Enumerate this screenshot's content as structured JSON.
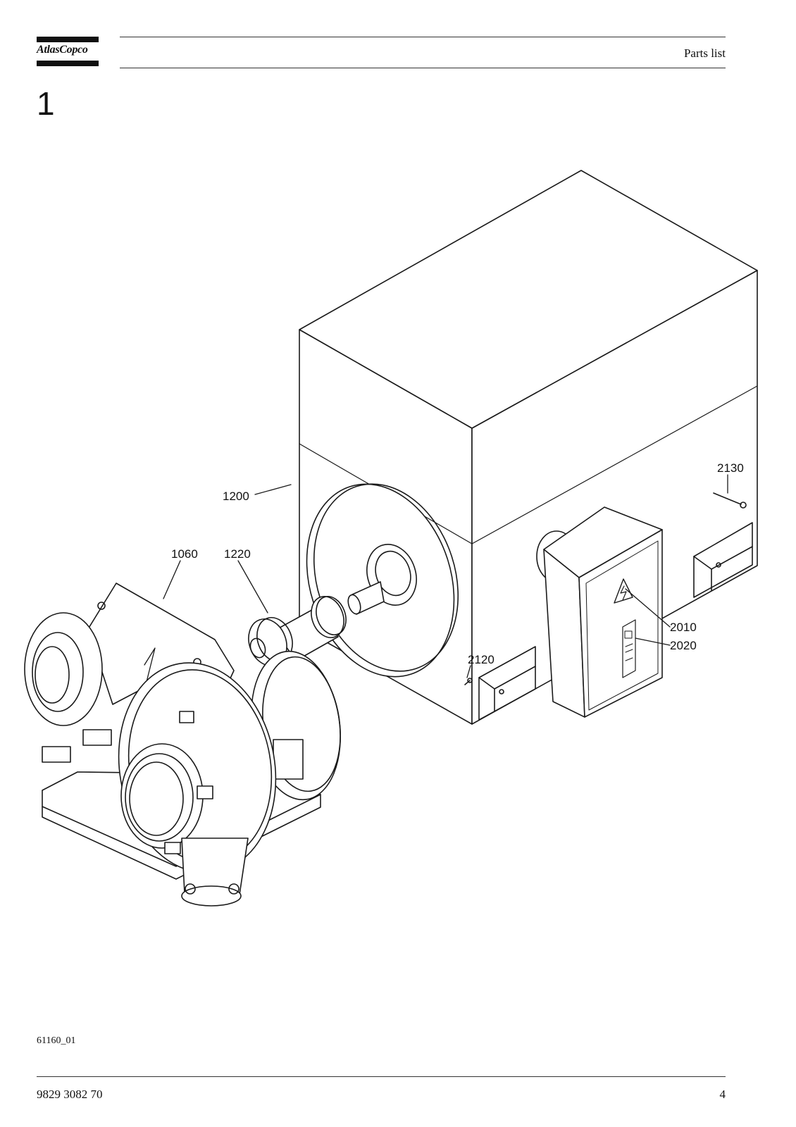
{
  "header": {
    "logo_text": "AtlasCopco",
    "title": "Parts list"
  },
  "section": {
    "number": "1"
  },
  "figure": {
    "callouts": {
      "c1200": "1200",
      "c1060": "1060",
      "c1220": "1220",
      "c2130": "2130",
      "c2010": "2010",
      "c2020": "2020",
      "c2120": "2120"
    },
    "figure_id": "61160_01"
  },
  "footer": {
    "document_number": "9829 3082 70",
    "page_number": "4"
  }
}
